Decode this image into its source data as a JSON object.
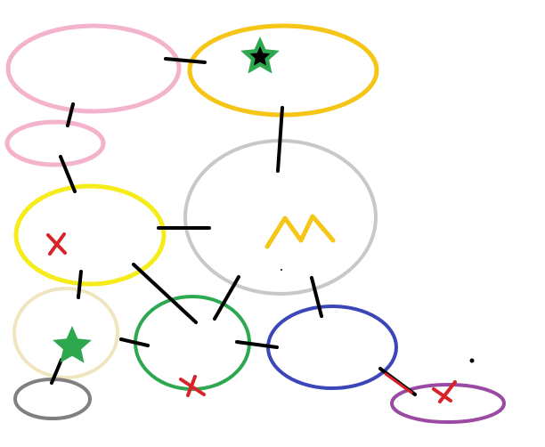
{
  "nodes": [
    {
      "id": "pink-large",
      "color": "#f4b3cc"
    },
    {
      "id": "gold-top",
      "color": "#f5c518"
    },
    {
      "id": "pink-small",
      "color": "#f4b3cc"
    },
    {
      "id": "gray-large",
      "color": "#c8c8c8"
    },
    {
      "id": "yellow-mid",
      "color": "#f5ec1a"
    },
    {
      "id": "cream",
      "color": "#efe6c0"
    },
    {
      "id": "green",
      "color": "#2ea84f"
    },
    {
      "id": "blue",
      "color": "#3b46b8"
    },
    {
      "id": "gray-small",
      "color": "#808080"
    },
    {
      "id": "purple",
      "color": "#9a4aa3"
    }
  ],
  "markers": [
    {
      "kind": "star-icon",
      "color": "#2ea84f",
      "center": "#000000"
    },
    {
      "kind": "star-icon",
      "color": "#2ea84f"
    },
    {
      "kind": "x-mark-icon",
      "color": "#d8232a"
    },
    {
      "kind": "x-mark-icon",
      "color": "#d8232a"
    },
    {
      "kind": "x-mark-icon",
      "color": "#d8232a"
    },
    {
      "kind": "zigzag-mark",
      "color": "#f5c518"
    }
  ],
  "connector_color": "#000000"
}
